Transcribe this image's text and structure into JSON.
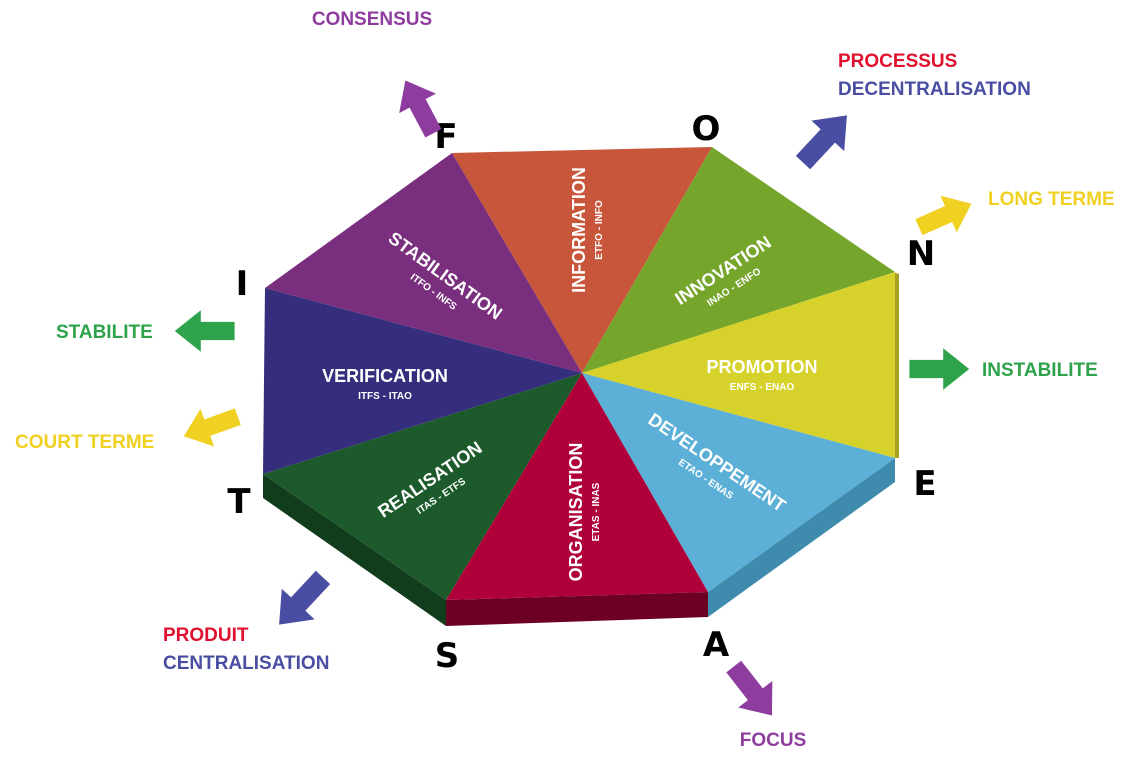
{
  "vertices": [
    {
      "letter": "F"
    },
    {
      "letter": "O"
    },
    {
      "letter": "N"
    },
    {
      "letter": "E"
    },
    {
      "letter": "A"
    },
    {
      "letter": "S"
    },
    {
      "letter": "T"
    },
    {
      "letter": "I"
    }
  ],
  "sectors": [
    {
      "name": "INFORMATION",
      "code": "ETFO - INFO",
      "color": "#c8563a"
    },
    {
      "name": "INNOVATION",
      "code": "INAO - ENFO",
      "color": "#76a52b"
    },
    {
      "name": "PROMOTION",
      "code": "ENFS - ENAO",
      "color": "#d6d12b"
    },
    {
      "name": "DEVELOPPEMENT",
      "code": "ETAO - ENAS",
      "color": "#5cafd6"
    },
    {
      "name": "ORGANISATION",
      "code": "ETAS - INAS",
      "color": "#b0003a"
    },
    {
      "name": "REALISATION",
      "code": "ITAS - ETFS",
      "color": "#1c5a2c"
    },
    {
      "name": "VERIFICATION",
      "code": "ITFS - ITAO",
      "color": "#352e7c"
    },
    {
      "name": "STABILISATION",
      "code": "ITFO - INFS",
      "color": "#7a2f7e"
    }
  ],
  "directions": {
    "consensus": {
      "label": "CONSENSUS",
      "color": "#8e3d9e",
      "arrow_color": "#8e3d9e"
    },
    "processus": {
      "line1": "PROCESSUS",
      "line1_color": "#e0102f",
      "line2": "DECENTRALISATION",
      "line2_color": "#4a4ea3",
      "arrow_color": "#4a4ea3"
    },
    "long_terme": {
      "label": "LONG TERME",
      "color": "#f0d020",
      "arrow_color": "#f0d020"
    },
    "instabilite": {
      "label": "INSTABILITE",
      "color": "#2ea34b",
      "arrow_color": "#2ea34b"
    },
    "focus": {
      "label": "FOCUS",
      "color": "#8e3d9e",
      "arrow_color": "#8e3d9e"
    },
    "produit": {
      "line1": "PRODUIT",
      "line1_color": "#e0102f",
      "line2": "CENTRALISATION",
      "line2_color": "#4a4ea3",
      "arrow_color": "#4a4ea3"
    },
    "court_terme": {
      "label": "COURT TERME",
      "color": "#f0d020",
      "arrow_color": "#f0d020"
    },
    "stabilite": {
      "label": "STABILITE",
      "color": "#2ea34b",
      "arrow_color": "#2ea34b"
    }
  }
}
